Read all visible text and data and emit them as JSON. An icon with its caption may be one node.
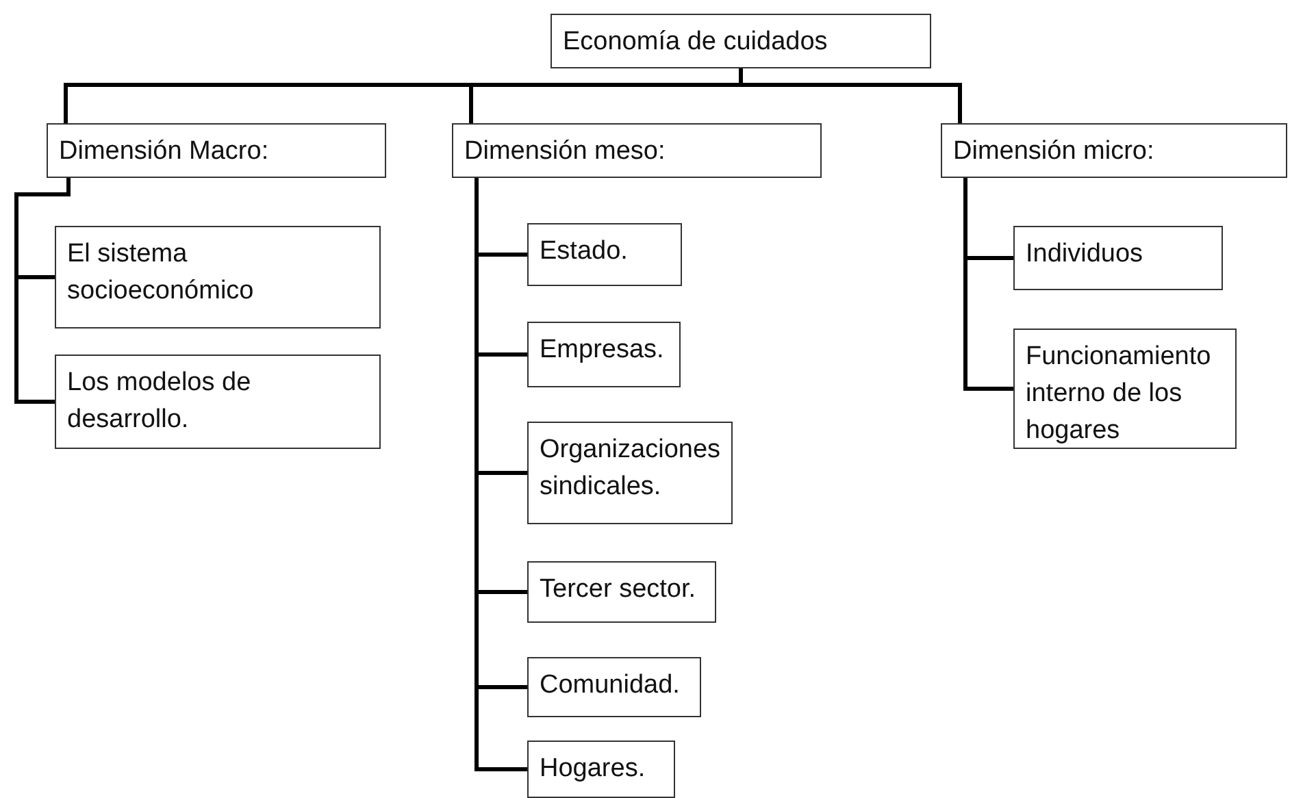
{
  "diagram": {
    "nodes": [
      {
        "text": [
          "Economía de cuidados"
        ]
      },
      {
        "text": [
          "Dimensión Macro:"
        ]
      },
      {
        "text": [
          "Dimensión meso:"
        ]
      },
      {
        "text": [
          "Dimensión micro:"
        ]
      },
      {
        "text": [
          "El sistema socioeconómico"
        ]
      },
      {
        "text": [
          "Los modelos de desarrollo."
        ]
      },
      {
        "text": [
          "Estado."
        ]
      },
      {
        "text": [
          "Empresas."
        ]
      },
      {
        "text": [
          "Organizaciones sindicales."
        ]
      },
      {
        "text": [
          "Tercer sector."
        ]
      },
      {
        "text": [
          "Comunidad."
        ]
      },
      {
        "text": [
          "Hogares."
        ]
      },
      {
        "text": [
          "Individuos"
        ]
      },
      {
        "text": [
          "Funcionamiento interno de los hogares"
        ]
      }
    ],
    "edges": [
      {
        "from": 0,
        "to": 1,
        "arrow": "none"
      },
      {
        "from": 0,
        "to": 2,
        "arrow": "none"
      },
      {
        "from": 0,
        "to": 3,
        "arrow": "none"
      },
      {
        "from": 1,
        "to": 4,
        "arrow": "none"
      },
      {
        "from": 1,
        "to": 5,
        "arrow": "none"
      },
      {
        "from": 2,
        "to": 6,
        "arrow": "none"
      },
      {
        "from": 2,
        "to": 7,
        "arrow": "none"
      },
      {
        "from": 2,
        "to": 8,
        "arrow": "none"
      },
      {
        "from": 2,
        "to": 9,
        "arrow": "none"
      },
      {
        "from": 2,
        "to": 10,
        "arrow": "none"
      },
      {
        "from": 2,
        "to": 11,
        "arrow": "none"
      },
      {
        "from": 3,
        "to": 12,
        "arrow": "none"
      },
      {
        "from": 3,
        "to": 13,
        "arrow": "none"
      }
    ]
  }
}
